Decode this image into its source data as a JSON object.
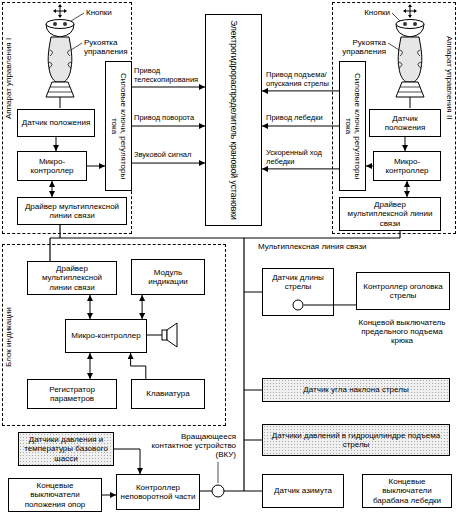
{
  "diagram": {
    "nodes": [
      {
        "text": [
          "Аппарат управления I"
        ]
      },
      {
        "text": [
          "Датчик положения"
        ],
        "in": 0
      },
      {
        "text": [
          "Микро-контроллер"
        ],
        "in": 0
      },
      {
        "text": [
          "Силовые ключи, регуляторы тока"
        ],
        "in": 0
      },
      {
        "text": [
          "Драйвер мультиплексной линии связи"
        ],
        "in": 0
      },
      {
        "text": [
          "Электрогидрораспределитель крановой установки"
        ]
      },
      {
        "text": [
          "Аппарат управления II"
        ]
      },
      {
        "text": [
          "Датчик положения"
        ],
        "in": 6
      },
      {
        "text": [
          "Силовые ключи, регуляторы тока"
        ],
        "in": 6
      },
      {
        "text": [
          "Микро-контроллер"
        ],
        "in": 6
      },
      {
        "text": [
          "Драйвер мультиплексной линии связи"
        ],
        "in": 6
      },
      {
        "text": [
          "Блок индикации"
        ]
      },
      {
        "text": [
          "Драйвер мультиплексной линии связи"
        ],
        "in": 11
      },
      {
        "text": [
          "Модуль индикации"
        ],
        "in": 11
      },
      {
        "text": [
          "Микро-контроллер"
        ],
        "in": 11
      },
      {
        "text": [
          "Регистратор параметров"
        ],
        "in": 11
      },
      {
        "text": [
          "Клавиатура"
        ],
        "in": 11
      },
      {
        "text": [
          "Датчик длины стрелы"
        ]
      },
      {
        "text": [
          "Контроллер оголовка стрелы"
        ]
      },
      {
        "text": [
          "Датчик угла наклона стрелы"
        ]
      },
      {
        "text": [
          "Датчики давлений в гидроцилиндре подъема стрелы"
        ]
      },
      {
        "text": [
          "Датчики давления и температуры базового шасси"
        ]
      },
      {
        "text": [
          "Концевые выключатели положения опор"
        ]
      },
      {
        "text": [
          "Контроллер неповоротной части"
        ]
      },
      {
        "text": [
          "Датчик азимута"
        ]
      },
      {
        "text": [
          "Концевые выключатели барабана лебедки"
        ]
      }
    ],
    "edges": [
      {
        "from": 1,
        "to": 2,
        "arrow": "to"
      },
      {
        "from": 2,
        "to": 3,
        "arrow": "to"
      },
      {
        "from": 2,
        "to": 4,
        "arrow": "both"
      },
      {
        "from": 3,
        "to": 5,
        "label": "Привод телескопирования",
        "arrow": "to"
      },
      {
        "from": 3,
        "to": 5,
        "label": "Привод поворота",
        "arrow": "to"
      },
      {
        "from": 3,
        "to": 5,
        "label": "Звуковой сигнал",
        "arrow": "to"
      },
      {
        "from": 7,
        "to": 9,
        "arrow": "to"
      },
      {
        "from": 9,
        "to": 8,
        "arrow": "to"
      },
      {
        "from": 9,
        "to": 10,
        "arrow": "both"
      },
      {
        "from": 8,
        "to": 5,
        "label": "Привод подъема/опускания стрелы",
        "arrow": "to"
      },
      {
        "from": 8,
        "to": 5,
        "label": "Привод лебедки",
        "arrow": "to"
      },
      {
        "from": 8,
        "to": 5,
        "label": "Ускоренный ход лебедки",
        "arrow": "to"
      },
      {
        "from": 12,
        "to": 14,
        "arrow": "both"
      },
      {
        "from": 13,
        "to": 14,
        "arrow": "both"
      },
      {
        "from": 15,
        "to": 14,
        "arrow": "both"
      },
      {
        "from": 16,
        "to": 14,
        "arrow": "to"
      },
      {
        "from": 17,
        "to": 18,
        "arrow": "none"
      },
      {
        "from": 21,
        "to": 23,
        "arrow": "to"
      },
      {
        "from": 22,
        "to": 23,
        "arrow": "to"
      }
    ],
    "labels": [
      "Кнопки",
      "Рукоятка управления",
      "Кнопки",
      "Рукоятка управления",
      "Мультиплексная линия связи",
      "Концевой выключатель предельного подъема крюка",
      "Вращающееся контактное устройство (ВКУ)"
    ]
  }
}
